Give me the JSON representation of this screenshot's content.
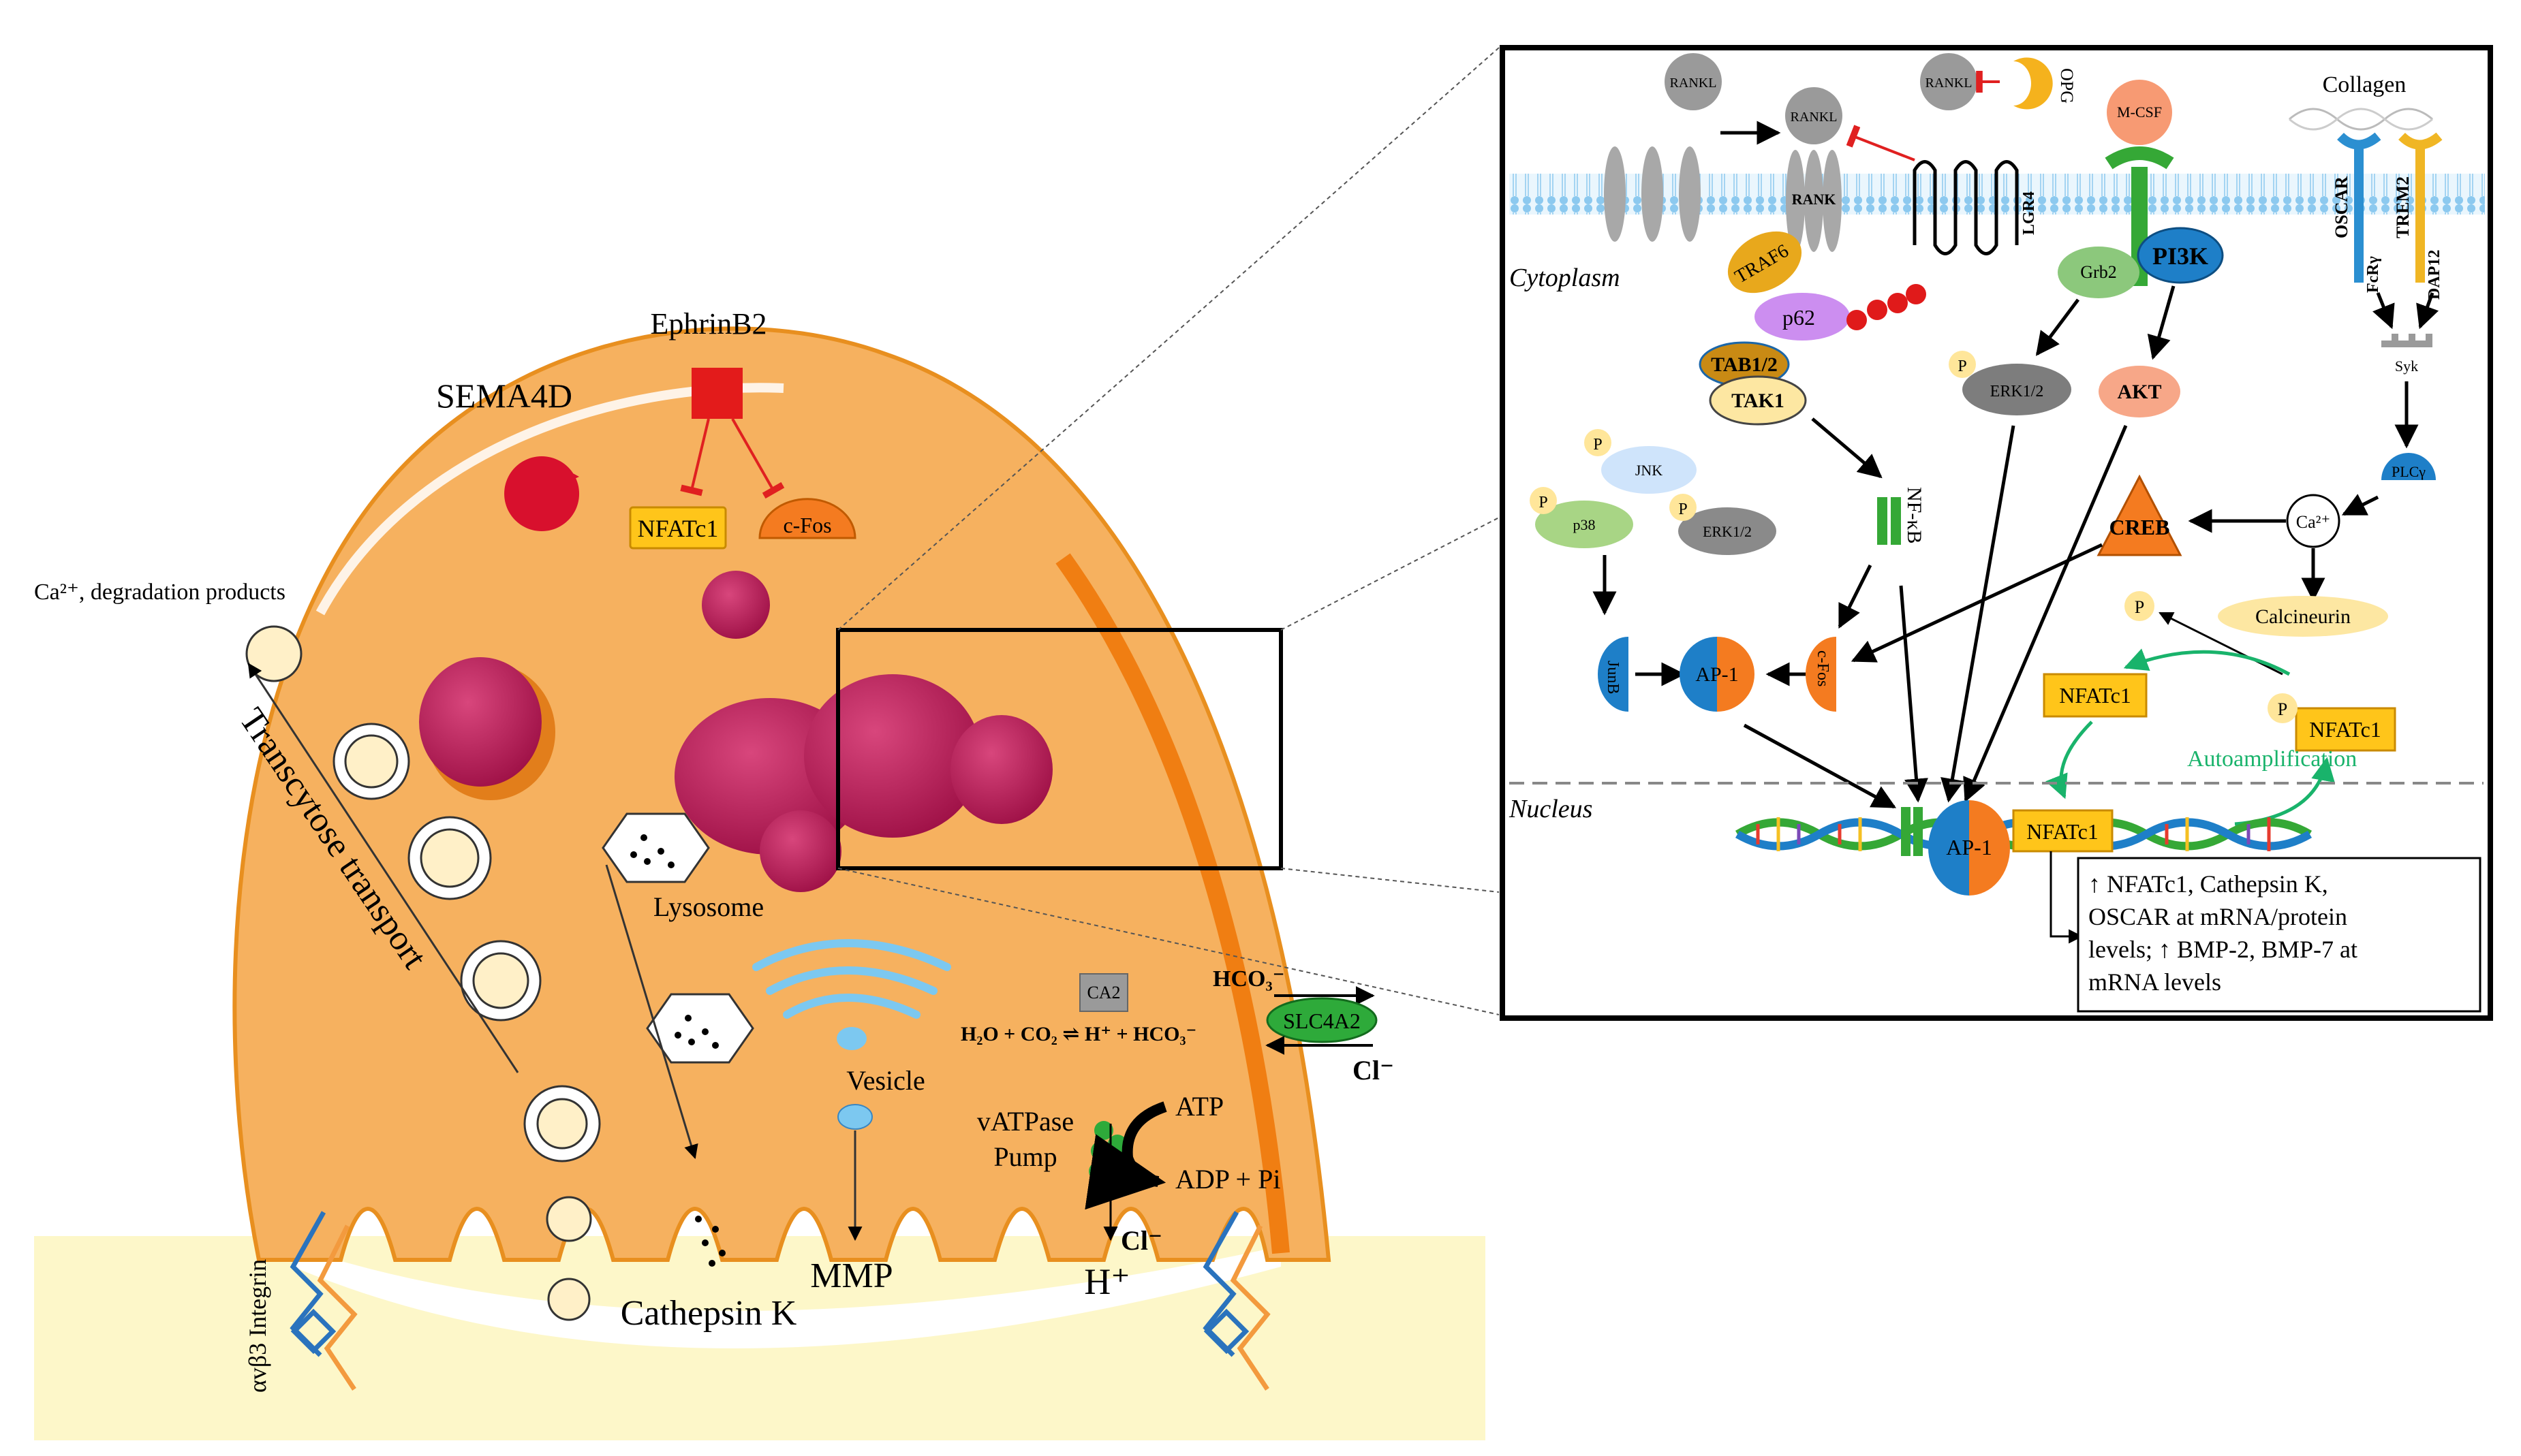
{
  "left_panel": {
    "ephrinb2": "EphrinB2",
    "sema4d": "SEMA4D",
    "nfatc1": "NFATc1",
    "cfos": "c-Fos",
    "degradation": "Ca²⁺, degradation products",
    "transcytose": "Transcytose transport",
    "lysosome": "Lysosome",
    "vesicle": "Vesicle",
    "ca2_enzyme": "CA2",
    "hco3_out": "HCO₃⁻",
    "reaction": "H₂O + CO₂ ⇌ H⁺ + HCO₃⁻",
    "slc4a2": "SLC4A2",
    "cl_in": "Cl⁻",
    "vatpase_1": "vATPase",
    "vatpase_2": "Pump",
    "atp": "ATP",
    "adp": "ADP + Pi",
    "cl_out": "Cl⁻",
    "h_plus": "H⁺",
    "mmp": "MMP",
    "cathepsin": "Cathepsin K",
    "integrin": "αvβ3 Integrin"
  },
  "right_panel": {
    "rankl_1": "RANKL",
    "rankl_2": "RANKL",
    "rankl_3": "RANKL",
    "opg": "OPG",
    "rank": "RANK",
    "lgr4": "LGR4",
    "mcsf": "M-CSF",
    "collagen": "Collagen",
    "oscar": "OSCAR",
    "trem2": "TREM2",
    "fcrg": "FcRγ",
    "dap12": "DAP12",
    "cytoplasm": "Cytoplasm",
    "traf6": "TRAF6",
    "p62": "p62",
    "tab12": "TAB1/2",
    "tak1": "TAK1",
    "grb2": "Grb2",
    "pi3k": "PI3K",
    "erk_a": "ERK1/2",
    "akt": "AKT",
    "syk": "Syk",
    "plcg": "PLCγ",
    "jnk": "JNK",
    "p38": "p38",
    "erk_b": "ERK1/2",
    "nfkb": "NF-κB",
    "creb": "CREB",
    "ca2plus": "Ca²⁺",
    "calcineurin": "Calcineurin",
    "junb": "JunB",
    "ap1": "AP-1",
    "cfos": "c-Fos",
    "nfatc1_a": "NFATc1",
    "nfatc1_b": "NFATc1",
    "nfatc1_dna": "NFATc1",
    "autoamp": "Autoamplification",
    "nucleus": "Nucleus",
    "ap1_dna": "AP-1",
    "p": "P",
    "outcome_1": "↑ NFATc1, Cathepsin K,",
    "outcome_2": "OSCAR at mRNA/protein",
    "outcome_3": "levels; ↑ BMP-2, BMP-7 at",
    "outcome_4": "mRNA levels"
  }
}
